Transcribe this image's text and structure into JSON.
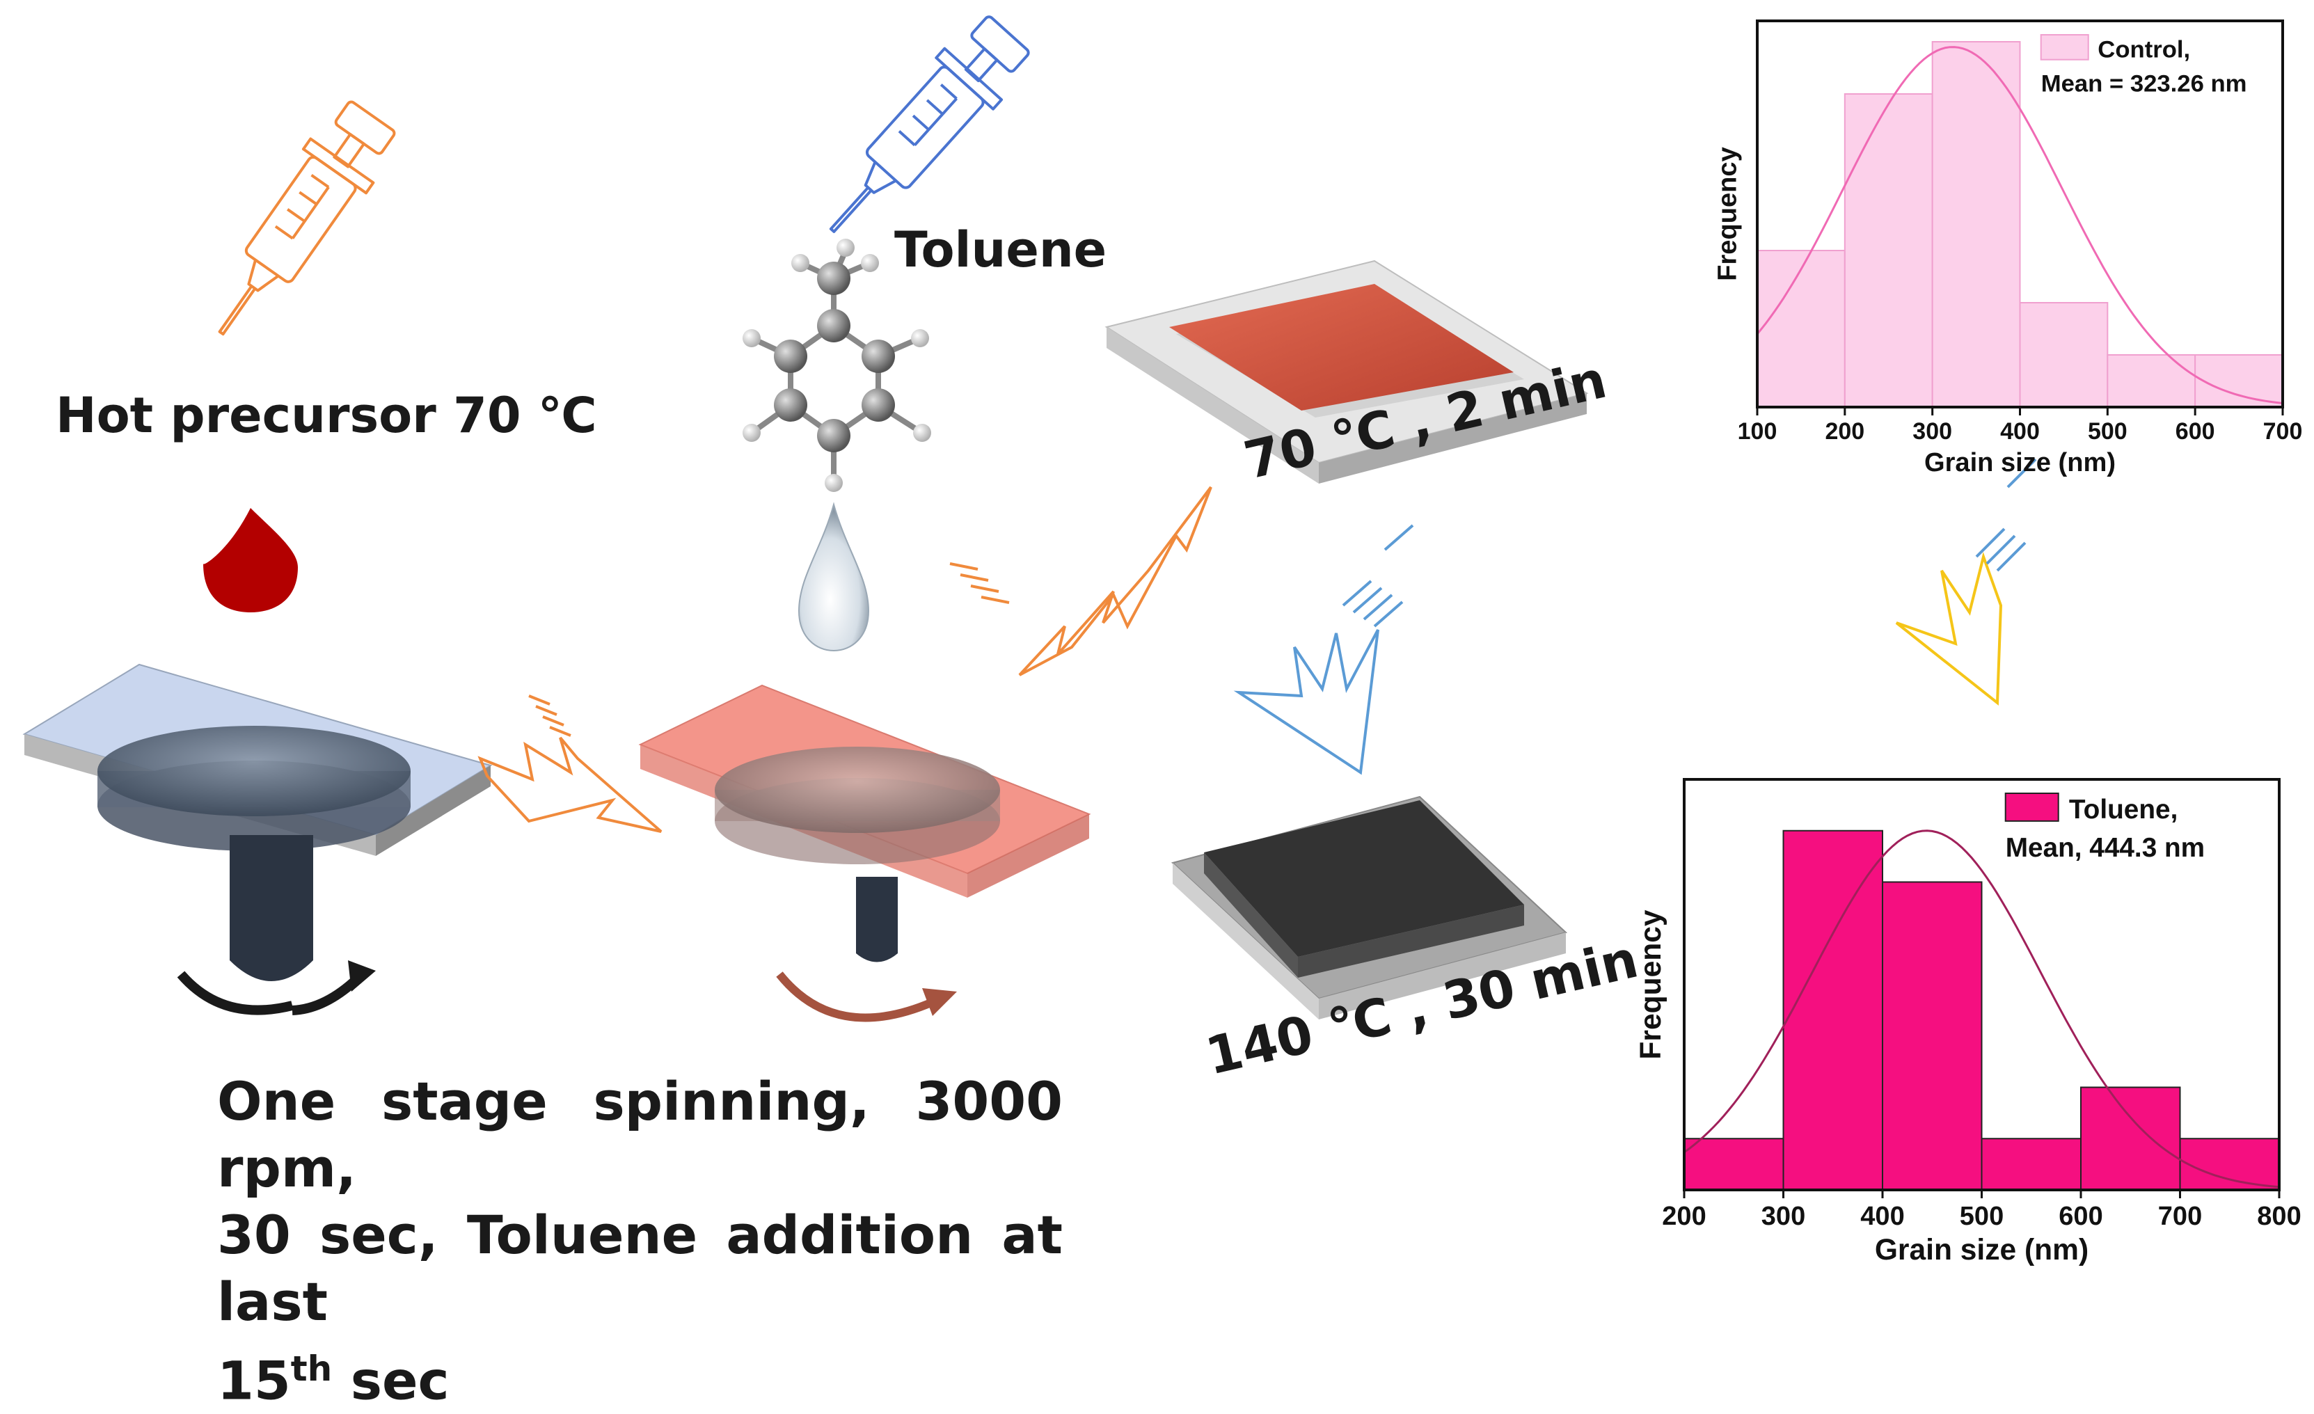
{
  "labels": {
    "hot_precursor": "Hot precursor 70 ℃",
    "toluene": "Toluene",
    "anneal_1": "70 ℃ , 2 min",
    "anneal_2": "140 ℃ , 30 min",
    "process_line1": "One stage spinning, 3000 rpm,",
    "process_line2": "30 sec, Toluene addition at last",
    "process_line3_main": "15",
    "process_line3_sup": "th",
    "process_line3_end": " sec"
  },
  "colors": {
    "precursor_drop": "#b30000",
    "syringe_orange": "#f08a3c",
    "syringe_blue": "#4a74d0",
    "substrate_blue": "#c9d6ee",
    "substrate_red": "#f3958a",
    "film_red": "#d8503d",
    "film_dark": "#3a3a3a",
    "arrow_orange": "#f08a3c",
    "arrow_blue": "#5b9bd5",
    "arrow_yellow": "#f5c518",
    "control_bar": "#fcd0ea",
    "control_curve": "#f06ab4",
    "toluene_bar": "#f50f80",
    "toluene_curve": "#a0205a"
  },
  "chart_data": [
    {
      "type": "bar",
      "legend": [
        "Control,",
        "Mean = 323.26 nm"
      ],
      "legend_position": "top-right",
      "xlabel": "Grain size (nm)",
      "ylabel": "Frequency",
      "xlim": [
        100,
        700
      ],
      "xticks": [
        100,
        200,
        300,
        400,
        500,
        600,
        700
      ],
      "bins": [
        [
          100,
          200
        ],
        [
          200,
          300
        ],
        [
          300,
          400
        ],
        [
          400,
          500
        ],
        [
          500,
          600
        ],
        [
          600,
          700
        ]
      ],
      "values": [
        3,
        6,
        7,
        2,
        1,
        1
      ],
      "ylim": [
        0,
        7.4
      ],
      "fit": {
        "type": "gaussian",
        "mean": 323.26,
        "sigma": 125,
        "peak": 6.9
      },
      "bar_color": "#fcd0ea",
      "bar_edge": "#f0a0cf",
      "curve_color": "#f06ab4"
    },
    {
      "type": "bar",
      "legend": [
        "Toluene,",
        "Mean, 444.3 nm"
      ],
      "legend_position": "top-right",
      "xlabel": "Grain size (nm)",
      "ylabel": "Frequency",
      "xlim": [
        200,
        800
      ],
      "xticks": [
        200,
        300,
        400,
        500,
        600,
        700,
        800
      ],
      "bins": [
        [
          200,
          300
        ],
        [
          300,
          400
        ],
        [
          400,
          500
        ],
        [
          500,
          600
        ],
        [
          600,
          700
        ],
        [
          700,
          800
        ]
      ],
      "values": [
        1,
        7,
        6,
        1,
        2,
        1
      ],
      "ylim": [
        0,
        8
      ],
      "fit": {
        "type": "gaussian",
        "mean": 444.3,
        "sigma": 115,
        "peak": 7
      },
      "bar_color": "#f50f80",
      "bar_edge": "#222222",
      "curve_color": "#a0205a"
    }
  ]
}
